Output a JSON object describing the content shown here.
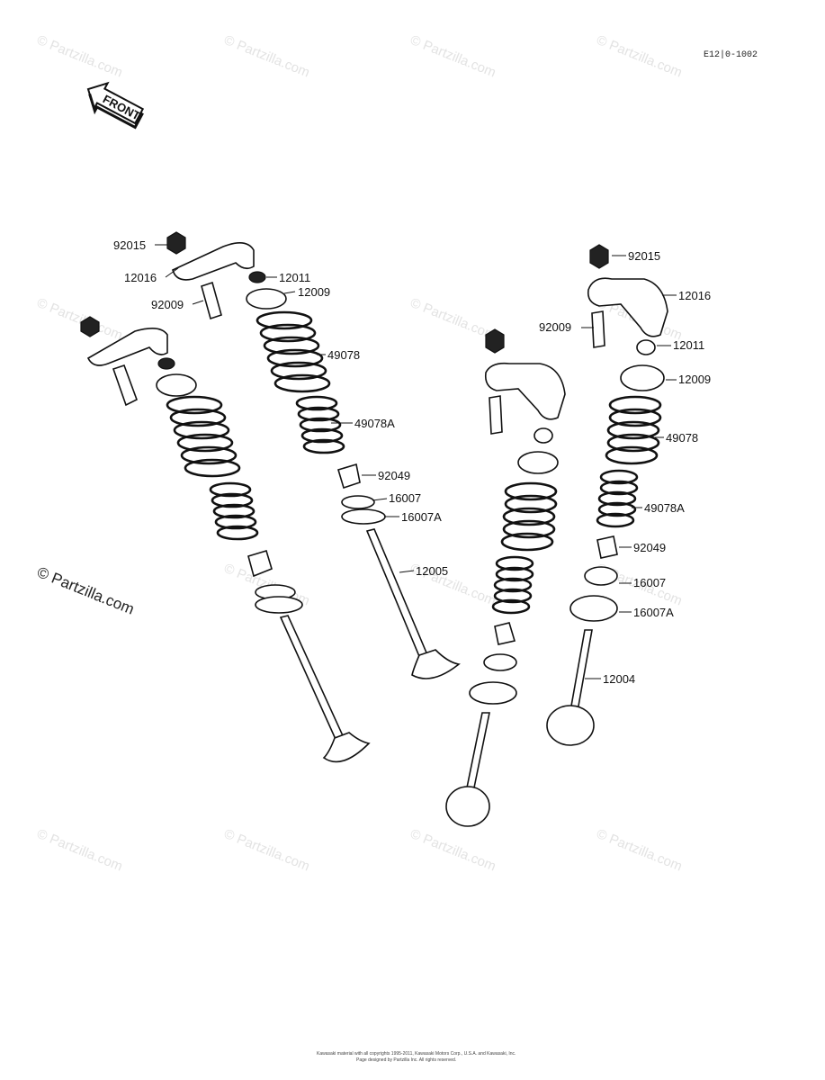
{
  "diagram_code": "E12|0-1002",
  "front_label": "FRONT",
  "watermark": {
    "text": "© Partzilla.com"
  },
  "copyright_line_1": "Kawasaki material with all copyrights 1995-2011, Kawasaki Motors Corp., U.S.A. and Kawasaki, Inc.",
  "copyright_line_2": "Page designed by Partzilla Inc. All rights reserved.",
  "left_assembly": {
    "labels": [
      "92015",
      "12016",
      "12011",
      "92009",
      "12009",
      "49078",
      "49078A",
      "92049",
      "16007",
      "16007A",
      "12005"
    ]
  },
  "right_assembly": {
    "labels": [
      "92015",
      "12016",
      "92009",
      "12011",
      "12009",
      "49078",
      "49078A",
      "92049",
      "16007",
      "16007A",
      "12004"
    ]
  }
}
